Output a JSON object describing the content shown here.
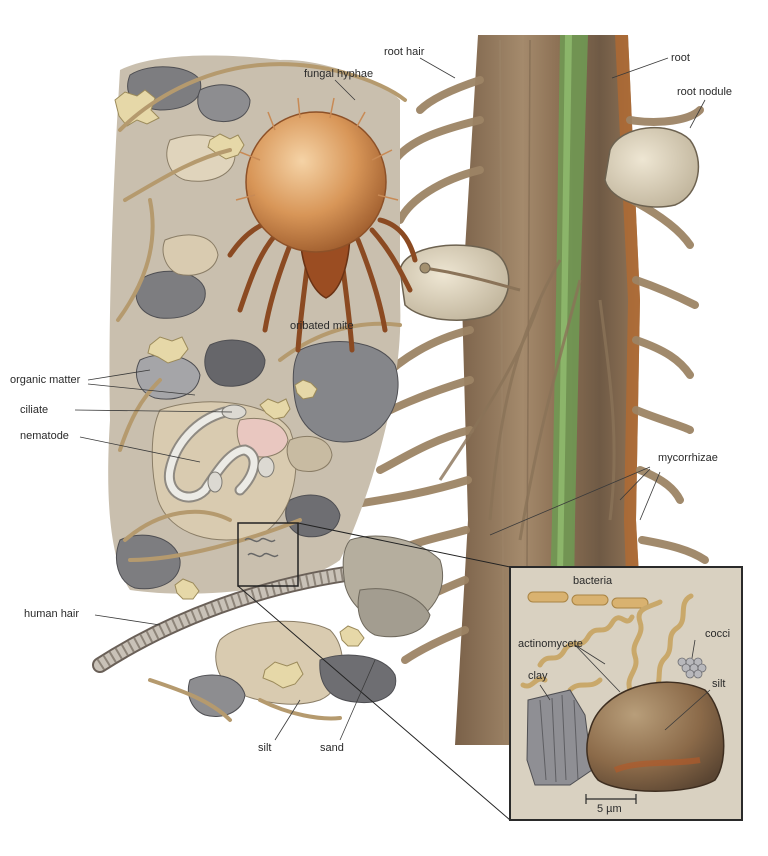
{
  "labels": {
    "root_hair": "root hair",
    "root": "root",
    "root_nodule": "root nodule",
    "fungal_hyphae": "fungal hyphae",
    "oribated_mite": "oribated mite",
    "organic_matter": "organic matter",
    "ciliate": "ciliate",
    "nematode": "nematode",
    "mycorrhizae": "mycorrhizae",
    "human_hair": "human hair",
    "silt": "silt",
    "sand": "sand"
  },
  "inset": {
    "bacteria": "bacteria",
    "actinomycete": "actinomycete",
    "cocci": "cocci",
    "clay": "clay",
    "silt": "silt",
    "scale_bar": "5 µm"
  },
  "colors": {
    "root_bark": "#8a7055",
    "root_core": "#6d9a52",
    "hyphae": "#b59a6e",
    "mite": "#c9894a",
    "mineral_grey": "#7d7d80",
    "organic_tan": "#d9cbb0",
    "inset_bg": "#d9d1c1"
  }
}
